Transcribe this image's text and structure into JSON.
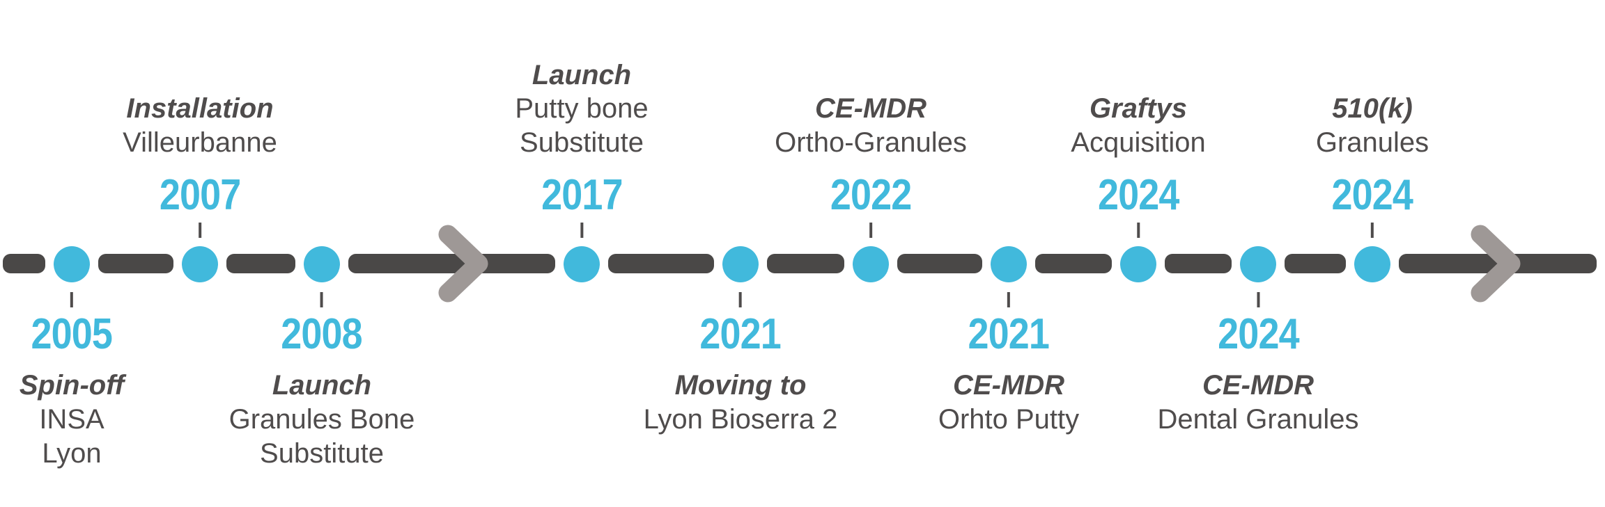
{
  "timeline": {
    "colors": {
      "accent": "#41B9DC",
      "line": "#4A4847",
      "text": "#4F4C4C",
      "arrow": "#9E9896"
    },
    "icons": {
      "mid_arrow": "chevron-right-icon",
      "end_arrow": "chevron-right-icon"
    },
    "events": [
      {
        "year": "2005",
        "title": "Spin-off",
        "subtitle_lines": [
          "INSA",
          "Lyon"
        ],
        "position": "below"
      },
      {
        "year": "2007",
        "title": "Installation",
        "subtitle_lines": [
          "Villeurbanne"
        ],
        "position": "above"
      },
      {
        "year": "2008",
        "title": "Launch",
        "subtitle_lines": [
          "Granules Bone",
          "Substitute"
        ],
        "position": "below"
      },
      {
        "year": "2017",
        "title": "Launch",
        "subtitle_lines": [
          "Putty bone",
          "Substitute"
        ],
        "position": "above"
      },
      {
        "year": "2021",
        "title": "Moving to",
        "subtitle_lines": [
          "Lyon Bioserra 2"
        ],
        "position": "below"
      },
      {
        "year": "2022",
        "title": "CE-MDR",
        "subtitle_lines": [
          "Ortho-Granules"
        ],
        "position": "above"
      },
      {
        "year": "2021",
        "title": "CE-MDR",
        "subtitle_lines": [
          "Orhto Putty"
        ],
        "position": "below"
      },
      {
        "year": "2024",
        "title": "Graftys",
        "subtitle_lines": [
          "Acquisition"
        ],
        "position": "above"
      },
      {
        "year": "2024",
        "title": "CE-MDR",
        "subtitle_lines": [
          "Dental Granules"
        ],
        "position": "below"
      },
      {
        "year": "2024",
        "title": "510(k)",
        "subtitle_lines": [
          "Granules"
        ],
        "position": "above"
      }
    ]
  }
}
